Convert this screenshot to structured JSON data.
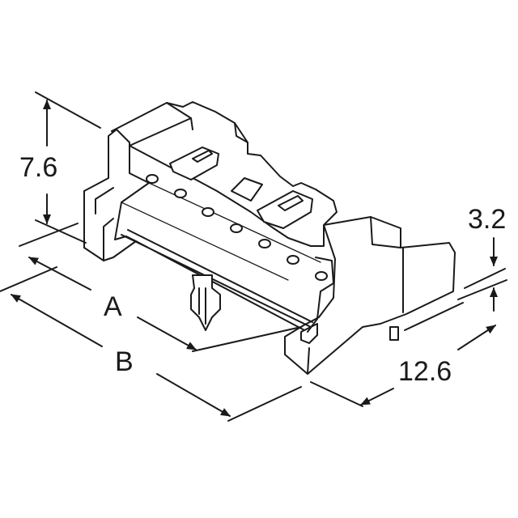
{
  "dimensions": {
    "height": "7.6",
    "a": "A",
    "b": "B",
    "pitch": "3.2",
    "depth": "12.6"
  },
  "colors": {
    "line": "#1a1a1a",
    "background": "#ffffff"
  }
}
